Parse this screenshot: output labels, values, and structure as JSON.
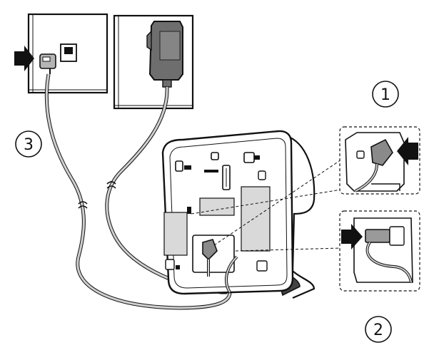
{
  "diagram": {
    "steps": [
      {
        "number": "1"
      },
      {
        "number": "2"
      },
      {
        "number": "3"
      }
    ],
    "colors": {
      "line": "#111111",
      "wall_plate": "#ffffff",
      "cable": "#bfbfbf",
      "adapter": "#6e6e6e",
      "adapter_face": "#8a8a8a",
      "base_window": "#d9d9d9",
      "plug_grey": "#9a9a9a",
      "arrow": "#111111"
    },
    "icons": [
      "wall-phone-socket-icon",
      "power-adapter-icon",
      "phone-base-station-icon",
      "telephone-plug-icon",
      "power-plug-icon",
      "arrow-icon"
    ]
  }
}
